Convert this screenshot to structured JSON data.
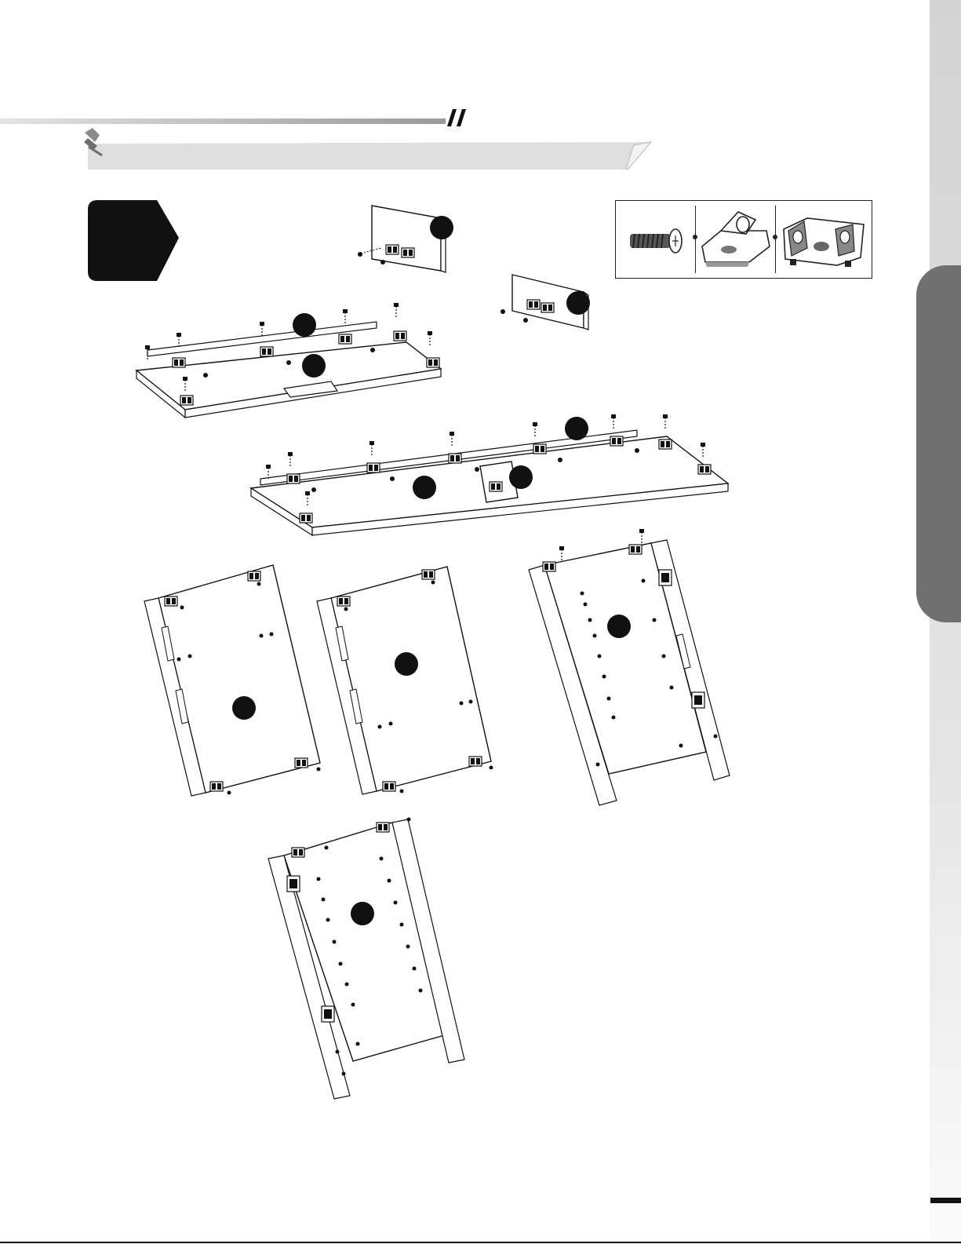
{
  "colors": {
    "ink": "#111111",
    "side_tab": "#707070",
    "banner_fill": "#dedede",
    "rule_gray": "#9a9a9a"
  },
  "icons": {
    "banner": "pushpin-icon",
    "title_mark": "double-slash-icon"
  },
  "hardware": [
    {
      "name": "cam-bolt-screw-icon"
    },
    {
      "name": "connector-bracket-icon"
    },
    {
      "name": "cam-lock-housing-icon"
    }
  ],
  "parts": [
    {
      "name": "short-panel-with-connectors"
    },
    {
      "name": "small-panel-with-connectors"
    },
    {
      "name": "upper-shelf-assembly"
    },
    {
      "name": "long-shelf-assembly"
    },
    {
      "name": "side-panel-left"
    },
    {
      "name": "side-panel-middle"
    },
    {
      "name": "side-panel-right-with-hinges"
    },
    {
      "name": "side-panel-bottom-with-hinges"
    }
  ]
}
